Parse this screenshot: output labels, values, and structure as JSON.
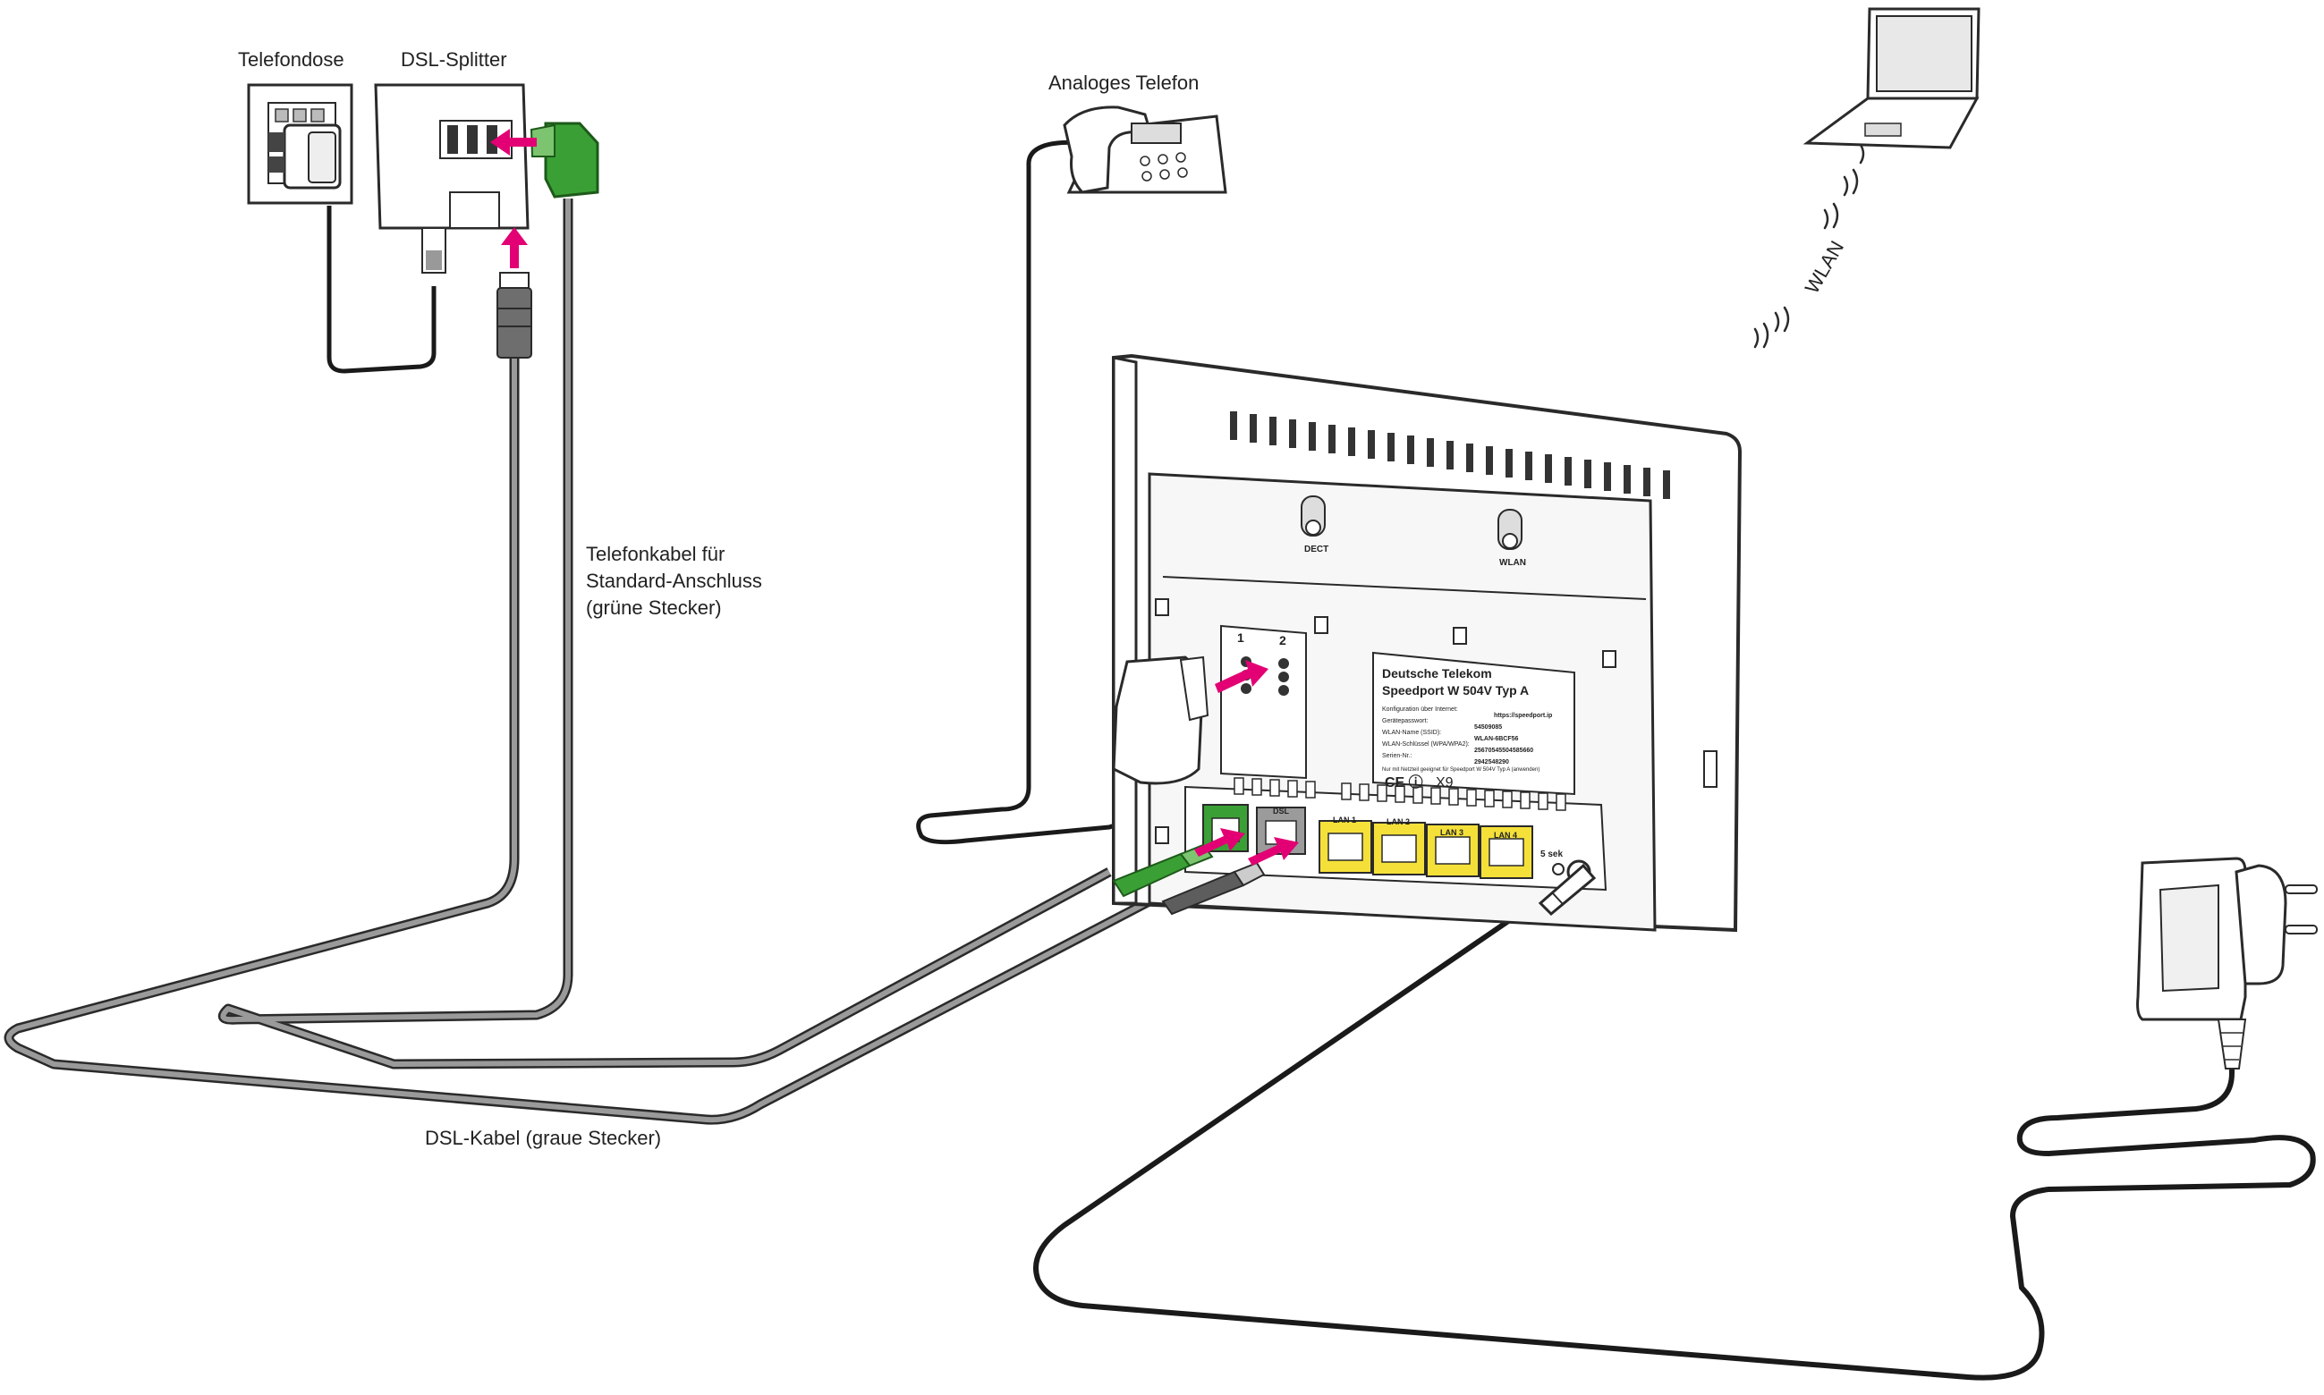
{
  "labels": {
    "telefondose": "Telefondose",
    "dsl_splitter": "DSL-Splitter",
    "analoges_telefon": "Analoges Telefon",
    "telefonkabel_line1": "Telefonkabel für",
    "telefonkabel_line2": "Standard-Anschluss",
    "telefonkabel_line3": "(grüne Stecker)",
    "dsl_kabel": "DSL-Kabel (graue Stecker)",
    "wlan": "WLAN"
  },
  "router": {
    "brand_line1": "Deutsche Telekom",
    "brand_line2": "Speedport W 504V Typ A",
    "label_rows": [
      {
        "key": "Konfiguration über Internet:",
        "value": "https://speedport.ip"
      },
      {
        "key": "Gerätepasswort:",
        "value": "54509085"
      },
      {
        "key": "WLAN-Name (SSID):",
        "value": "WLAN-6BCF56"
      },
      {
        "key": "WLAN-Schlüssel (WPA/WPA2):",
        "value": "25670545504585660"
      },
      {
        "key": "Serien-Nr.:",
        "value": "2942548290"
      }
    ],
    "footnote": "Nur mit Netzteil geeignet für Speedport W 504V Typ A (anwenden)",
    "ce_mark": "CE ⓘ",
    "x9": "X9",
    "buttons": [
      "DECT",
      "WLAN"
    ],
    "tae_ports": [
      "1",
      "2"
    ],
    "ports": [
      "DSL",
      "LAN 1",
      "LAN 2",
      "LAN 3",
      "LAN 4"
    ],
    "reset_label": "5 sek"
  },
  "colors": {
    "magenta": "#e20074",
    "green": "#3aa035",
    "yellow": "#f5e03a",
    "cable_gray": "#8f8f8f",
    "outline": "#2a2a2a"
  }
}
